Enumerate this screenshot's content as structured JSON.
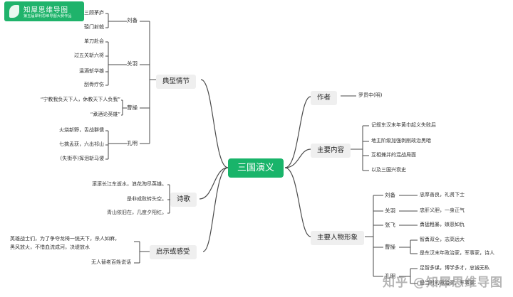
{
  "logo": {
    "title": "知犀思维导图",
    "subtitle": "第五届犀利思维导图大赛作品"
  },
  "watermark": "知乎 @知犀思维导图",
  "root": "三国演义",
  "branches": {
    "plot": {
      "label": "典型情节",
      "liubei": {
        "label": "刘备",
        "items": [
          "三顾茅庐",
          "辕门射戟"
        ]
      },
      "guanyu": {
        "label": "关羽",
        "items": [
          "单刀赴会",
          "过五关斩六将",
          "温酒斩华雄",
          "刮骨疗伤"
        ]
      },
      "caocao": {
        "label": "曹操",
        "items": [
          "“宁教我负天下人，休教天下人负我”",
          "“煮酒论英雄”"
        ]
      },
      "kongming": {
        "label": "孔明",
        "items": [
          "火烧新野，舌战群儒",
          "七擒孟获，六出祁山",
          "(失街亭)挥泪斩马谡"
        ]
      }
    },
    "poem": {
      "label": "诗歌",
      "items": [
        "滚滚长江东逝水，浪花淘尽英雄。",
        "是非成败转头空。",
        "青山依旧在，几度夕阳红。"
      ]
    },
    "insight": {
      "label": "启示或感受",
      "items": [
        "英雄战士们，为了争夺龙椅一统天下，杀人如麻，",
        "黑风放火，不惜血流成河，决堤放水",
        "无人替老百姓说话"
      ]
    },
    "author": {
      "label": "作者",
      "items": [
        "罗贯中(明)"
      ]
    },
    "content": {
      "label": "主要内容",
      "items": [
        "记叙东汉末年黄巾起义失败后",
        "地主阶级加强剥削政治黑暗",
        "互相兼并的混战局面",
        "以及三国兴衰史"
      ]
    },
    "characters": {
      "label": "主要人物形象",
      "people": [
        {
          "name": "刘备",
          "traits": [
            "忠厚善良，礼贤下士"
          ]
        },
        {
          "name": "关羽",
          "traits": [
            "忠肝义胆，一身正气"
          ]
        },
        {
          "name": "张飞",
          "traits": [
            "勇猛粗暴，嫉恶如仇"
          ]
        },
        {
          "name": "曹操",
          "traits": [
            "智勇双全，志高远大",
            "是东汉末年政治家，军事家，诗人"
          ]
        },
        {
          "name": "孔明",
          "traits": [
            "足智多谋，博学多才，忠诚无私",
            "是当时的政治家，军事家"
          ]
        }
      ]
    }
  },
  "colors": {
    "accent": "#19b46a",
    "line": "#4a4a4a",
    "node_bg": "#efefef"
  }
}
